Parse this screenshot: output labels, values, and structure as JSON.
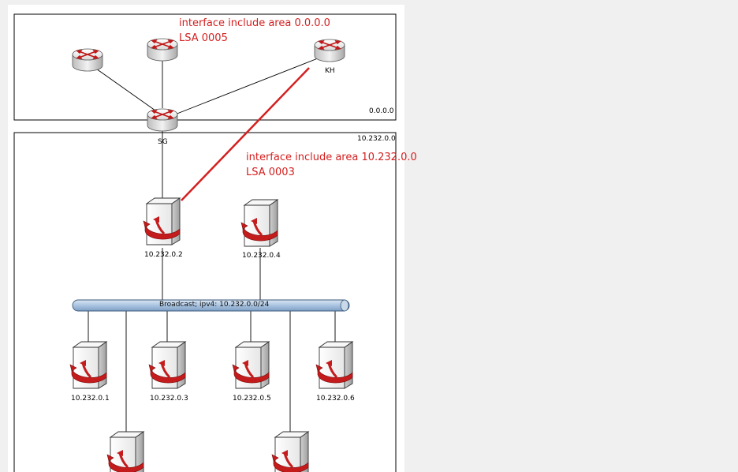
{
  "areas": {
    "backbone_label": "0.0.0.0",
    "area_label": "10.232.0.0"
  },
  "annotations": {
    "top_line1": "interface include area 0.0.0.0",
    "top_line2": "LSA 0005",
    "mid_line1": "interface include area 10.232.0.0",
    "mid_line2": "LSA 0003"
  },
  "routers": {
    "kh": "KH",
    "sg": "SG"
  },
  "broadcast": {
    "label": "Broadcast; ipv4: 10.232.0.0/24"
  },
  "hosts": {
    "h2": "10.232.0.2",
    "h4": "10.232.0.4",
    "h1": "10.232.0.1",
    "h3": "10.232.0.3",
    "h5": "10.232.0.5",
    "h6": "10.232.0.6"
  },
  "colors": {
    "annotation": "#d42020",
    "bus": "#a9c4e0"
  }
}
